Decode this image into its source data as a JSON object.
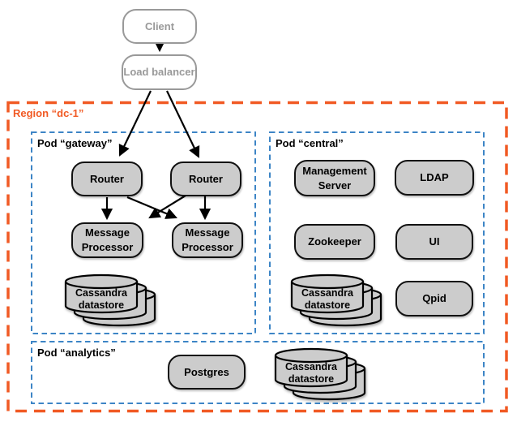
{
  "title": "Region dc-1 deployment topology diagram",
  "colors": {
    "region_border": "#f15a24",
    "pod_border": "#3d85c6",
    "node_fill": "#cccccc",
    "node_border": "#111111",
    "external_gray": "#999999",
    "arrow": "#000000"
  },
  "external": {
    "client": {
      "label": "Client"
    },
    "load_balancer": {
      "label": "Load balancer"
    }
  },
  "region": {
    "label": "Region “dc-1”"
  },
  "pods": {
    "gateway": {
      "label": "Pod “gateway”"
    },
    "central": {
      "label": "Pod “central”"
    },
    "analytics": {
      "label": "Pod “analytics”"
    }
  },
  "nodes": {
    "router_left": {
      "label": "Router"
    },
    "router_right": {
      "label": "Router"
    },
    "mp_left": {
      "line1": "Message",
      "line2": "Processor"
    },
    "mp_right": {
      "line1": "Message",
      "line2": "Processor"
    },
    "management_server": {
      "line1": "Management",
      "line2": "Server"
    },
    "ldap": {
      "label": "LDAP"
    },
    "zookeeper": {
      "label": "Zookeeper"
    },
    "ui": {
      "label": "UI"
    },
    "qpid": {
      "label": "Qpid"
    },
    "postgres": {
      "label": "Postgres"
    },
    "cassandra": {
      "line1": "Cassandra",
      "line2": "datastore"
    }
  }
}
